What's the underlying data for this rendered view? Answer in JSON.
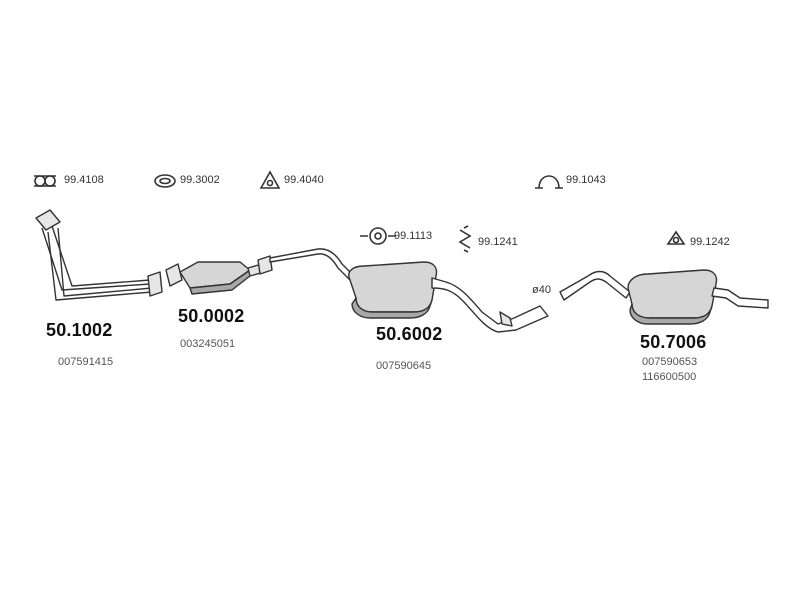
{
  "hardware": {
    "hw1": "99.4108",
    "hw2": "99.3002",
    "hw3": "99.4040",
    "hw4": "99.1043",
    "hw5": "99.1113",
    "hw6": "99.1241",
    "hw7": "99.1242"
  },
  "sections": [
    {
      "part_number": "50.1002",
      "oem": [
        "007591415"
      ]
    },
    {
      "part_number": "50.0002",
      "oem": [
        "003245051"
      ]
    },
    {
      "part_number": "50.6002",
      "oem": [
        "007590645"
      ]
    },
    {
      "part_number": "50.7006",
      "oem": [
        "007590653",
        "116600500"
      ]
    }
  ],
  "diameter_note": "ø40",
  "colors": {
    "line": "#333333",
    "body": "#d6d6d6",
    "shadow": "#a8a8a8"
  }
}
